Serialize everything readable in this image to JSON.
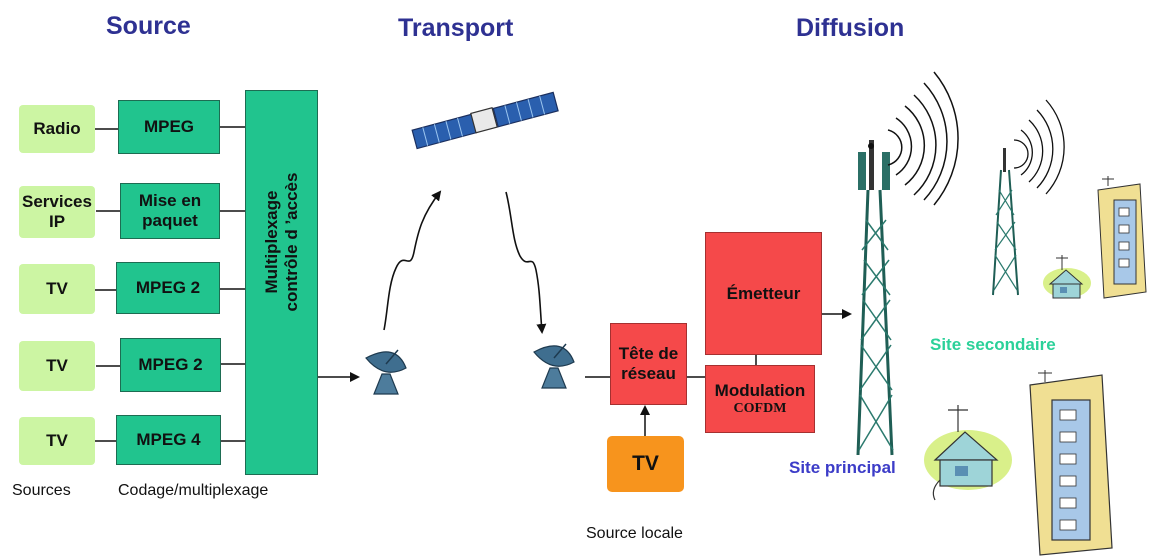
{
  "headers": {
    "source": "Source",
    "transport": "Transport",
    "diffusion": "Diffusion"
  },
  "sources": {
    "radio": "Radio",
    "services_ip": "Services IP",
    "tv1": "TV",
    "tv2": "TV",
    "tv3": "TV"
  },
  "codecs": {
    "mpeg": "MPEG",
    "mise_en_paquet": "Mise en paquet",
    "mpeg2_a": "MPEG 2",
    "mpeg2_b": "MPEG 2",
    "mpeg4": "MPEG 4"
  },
  "multiplexer": {
    "line1": "Multiplexage",
    "line2": "contrôle d ’accès"
  },
  "labels": {
    "sources": "Sources",
    "codage": "Codage/multiplexage",
    "source_locale": "Source locale"
  },
  "head_end": {
    "label": "Tête de réseau"
  },
  "local_tv": {
    "label": "TV"
  },
  "emitter": {
    "label": "Émetteur"
  },
  "modulation": {
    "line1": "Modulation",
    "line2": "COFDM"
  },
  "sites": {
    "principal": "Site principal",
    "secondaire": "Site secondaire"
  },
  "colors": {
    "header": "#2e3192",
    "codec_green": "#21c48e",
    "source_green": "#ccf5a3",
    "red_box": "#f5494a",
    "orange_box": "#f7941d",
    "site_principal": "#3c3cc8",
    "site_secondaire": "#2bd199"
  },
  "icons": [
    "satellite-icon",
    "dish-antenna-icon",
    "transmission-tower-icon",
    "house-icon",
    "apartment-building-icon"
  ]
}
